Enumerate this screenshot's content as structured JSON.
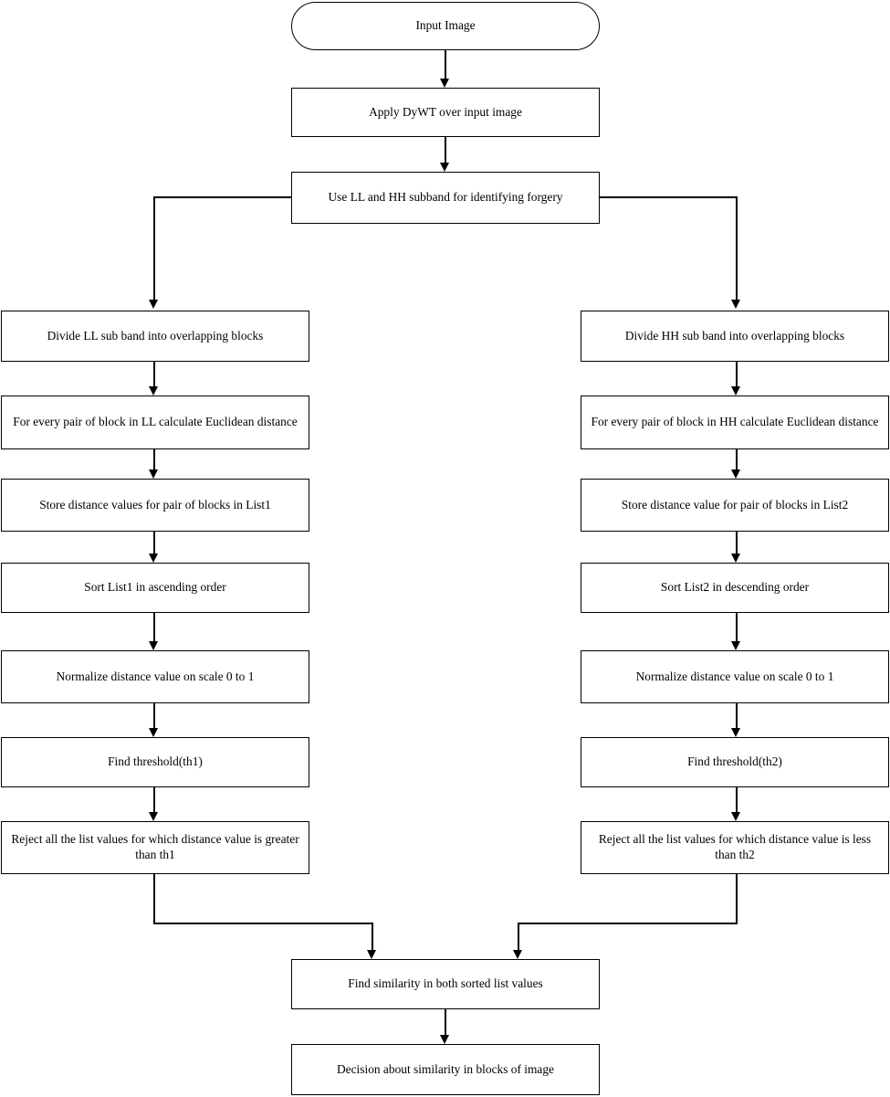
{
  "diagram": {
    "title": "Copy-move forgery detection flowchart",
    "background_color": "#ffffff",
    "stroke_color": "#000000",
    "text_color": "#000000"
  },
  "nodes": {
    "input_image": "Input Image",
    "apply_dywt": "Apply DyWT over input image",
    "use_subband": "Use LL and HH subband for identifying forgery",
    "left": [
      "Divide LL sub band into overlapping blocks",
      "For every pair of block in LL calculate Euclidean distance",
      "Store distance values for pair of blocks in List1",
      "Sort List1 in ascending order",
      "Normalize distance value on scale 0 to 1",
      "Find threshold(th1)",
      "Reject all the list values for which distance value is greater than th1"
    ],
    "right": [
      "Divide HH sub band into overlapping blocks",
      "For every pair of block in HH calculate Euclidean distance",
      "Store distance value for pair of blocks in List2",
      "Sort List2 in descending order",
      "Normalize distance value on scale 0 to 1",
      "Find threshold(th2)",
      "Reject all the list values for which distance value is less than th2"
    ],
    "find_similarity": "Find similarity in both sorted list values",
    "decision": "Decision about similarity in blocks of image"
  }
}
